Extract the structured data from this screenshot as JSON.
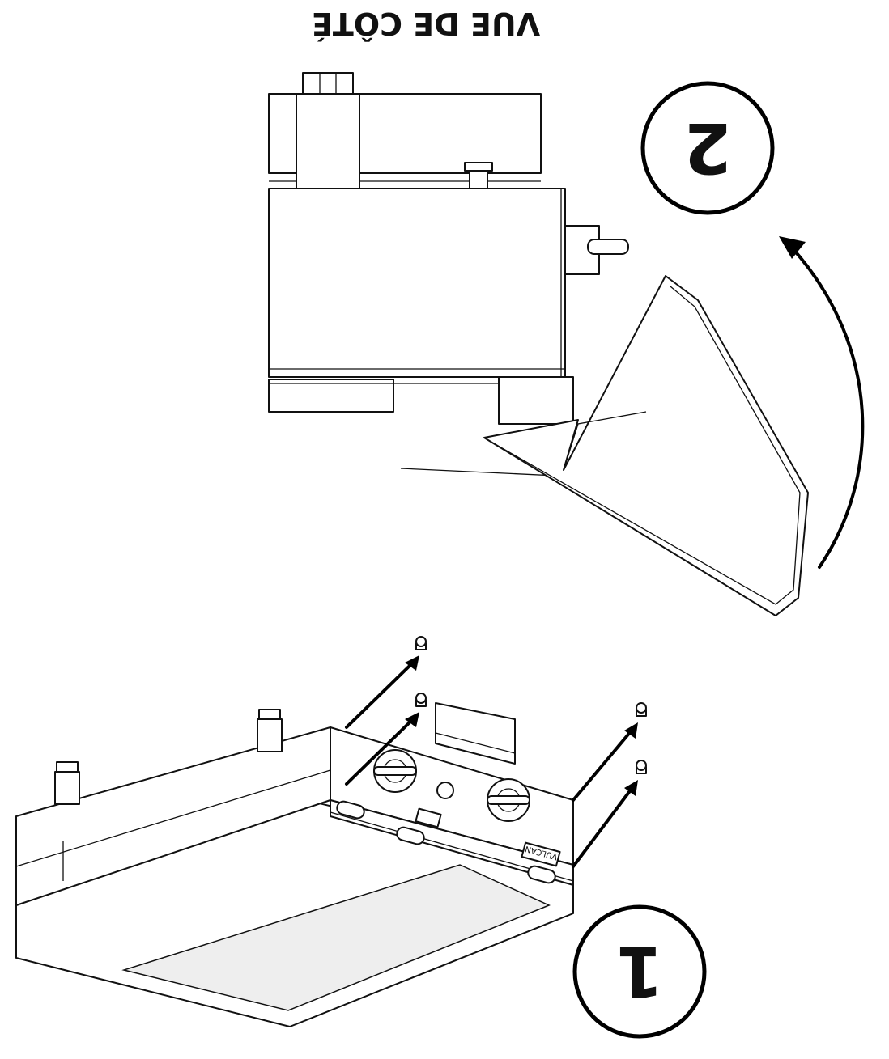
{
  "caption": "VUE DE CÔTÉ",
  "steps": {
    "step1": "1",
    "step2": "2"
  },
  "brand_plate": "VULCAN",
  "colors": {
    "ink": "#111111",
    "paper": "#ffffff"
  }
}
